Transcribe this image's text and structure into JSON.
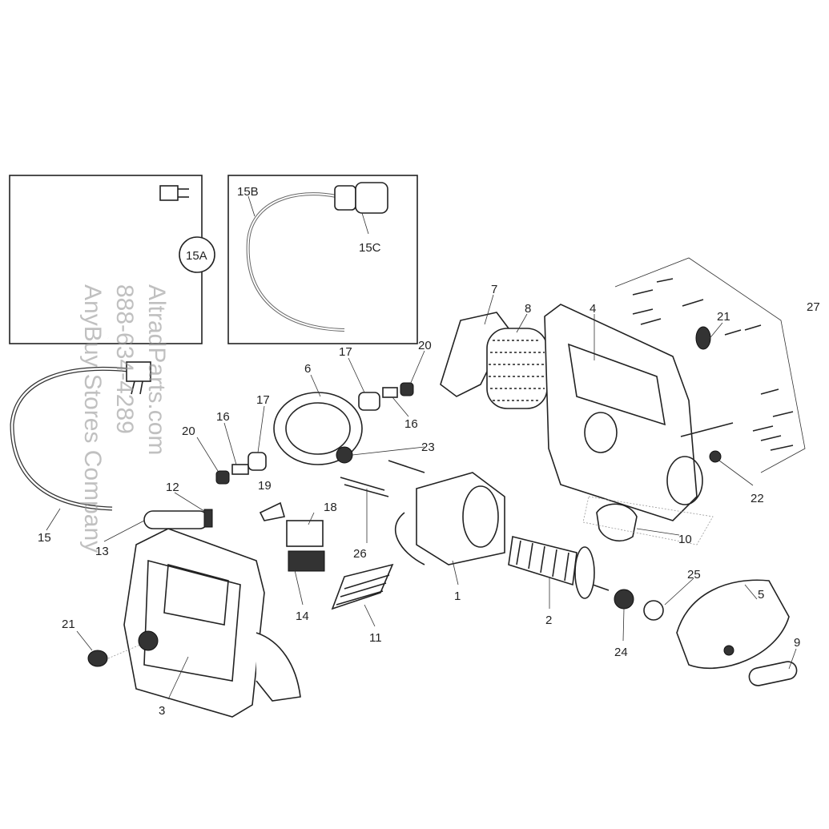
{
  "diagram": {
    "inset_left": {
      "label": "15A"
    },
    "inset_right": {
      "labels": [
        "15B",
        "15C"
      ]
    },
    "callouts": {
      "c1": "1",
      "c2": "2",
      "c3": "3",
      "c4": "4",
      "c5": "5",
      "c6": "6",
      "c7": "7",
      "c8": "8",
      "c9": "9",
      "c10": "10",
      "c11": "11",
      "c12": "12",
      "c13": "13",
      "c14": "14",
      "c15": "15",
      "c16a": "16",
      "c16b": "16",
      "c17a": "17",
      "c17b": "17",
      "c18": "18",
      "c19": "19",
      "c20a": "20",
      "c20b": "20",
      "c21a": "21",
      "c21b": "21",
      "c22": "22",
      "c23": "23",
      "c24": "24",
      "c25": "25",
      "c26": "26",
      "c27": "27"
    }
  },
  "watermark": {
    "line1": "AltradParts.com",
    "line2": "888-634-4289",
    "line3": "AnyBuy Stores Company"
  }
}
